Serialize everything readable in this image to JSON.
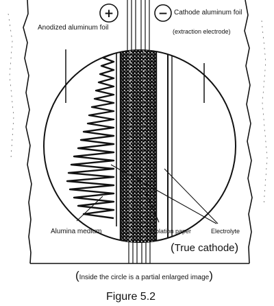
{
  "diagram": {
    "terminals": {
      "positive_symbol": "+",
      "negative_symbol": "−"
    },
    "labels": {
      "cathode_foil": "Cathode aluminum foil",
      "extraction_electrode": "(extraction electrode)",
      "anodized_foil": "Anodized aluminum foil",
      "alumina_medium": "Alumina medium",
      "isolation_paper": "Isolation paper",
      "electrolyte": "Electrolyte",
      "true_cathode": "True cathode",
      "inside_note": "Inside the circle is a partial enlarged image"
    },
    "caption": "Figure 5.2"
  },
  "colors": {
    "ink": "#111111",
    "paper": "#ffffff"
  }
}
